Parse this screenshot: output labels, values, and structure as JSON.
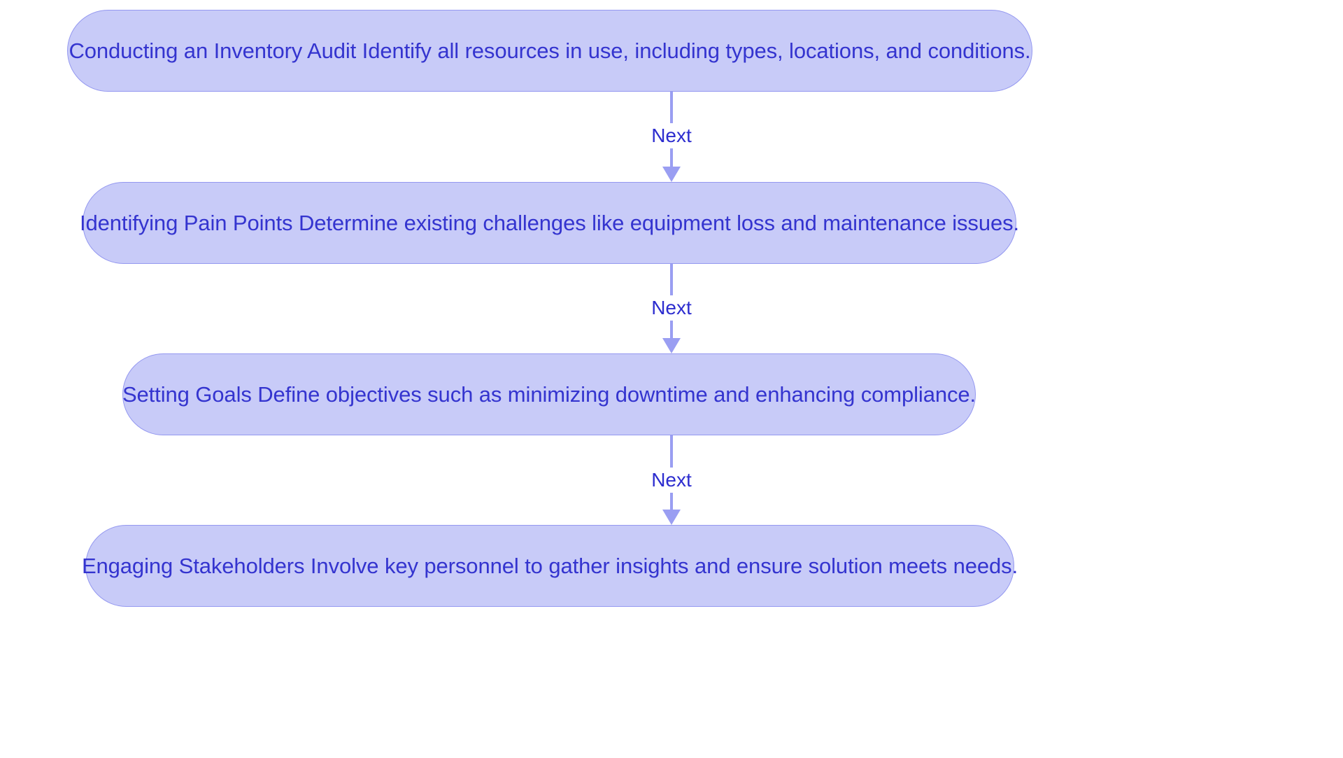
{
  "diagram": {
    "type": "flowchart",
    "orientation": "top-to-bottom",
    "background_color": "#ffffff",
    "node_fill_color": "#c8cbf8",
    "node_border_color": "#9498f0",
    "node_text_color": "#3434cf",
    "edge_color": "#9a9ef2",
    "edge_label_color": "#2d2dcf",
    "nodes": [
      {
        "id": "node-1",
        "label": "Conducting an Inventory Audit Identify all resources in use, including types, locations, and conditions.",
        "shape": "stadium"
      },
      {
        "id": "node-2",
        "label": "Identifying Pain Points Determine existing challenges like equipment loss and maintenance issues.",
        "shape": "stadium"
      },
      {
        "id": "node-3",
        "label": "Setting Goals Define objectives such as minimizing downtime and enhancing compliance.",
        "shape": "stadium"
      },
      {
        "id": "node-4",
        "label": "Engaging Stakeholders Involve key personnel to gather insights and ensure solution meets needs.",
        "shape": "stadium"
      }
    ],
    "edges": [
      {
        "id": "edge-1",
        "from": "node-1",
        "to": "node-2",
        "label": "Next"
      },
      {
        "id": "edge-2",
        "from": "node-2",
        "to": "node-3",
        "label": "Next"
      },
      {
        "id": "edge-3",
        "from": "node-3",
        "to": "node-4",
        "label": "Next"
      }
    ]
  }
}
